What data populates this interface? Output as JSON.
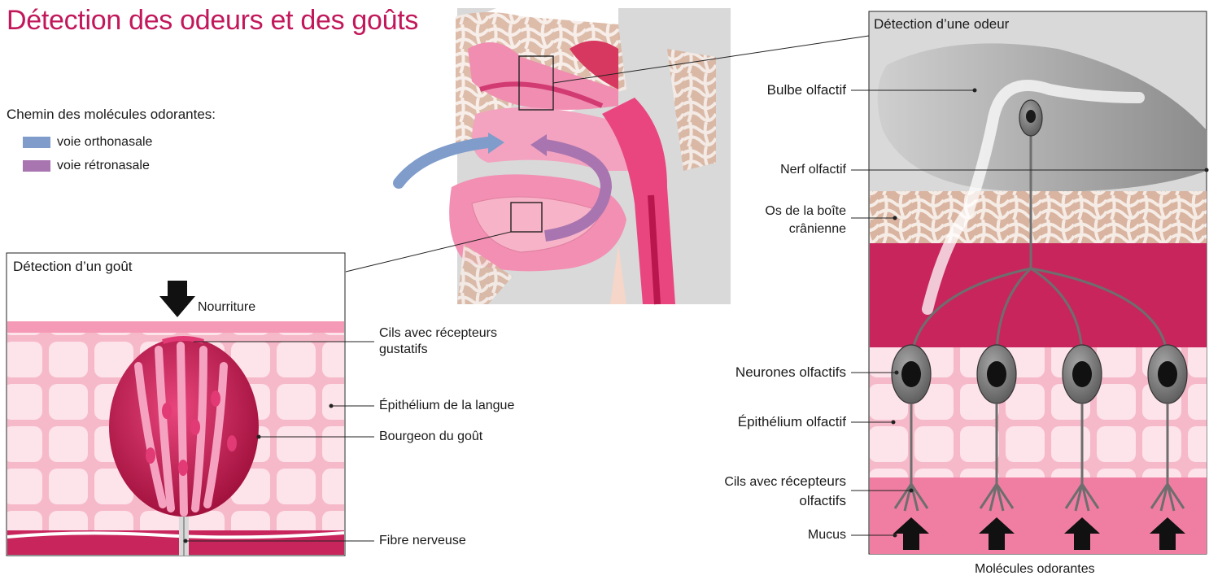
{
  "title": "Détection des odeurs et des goûts",
  "legend": {
    "title": "Chemin des molécules odorantes:",
    "items": [
      {
        "label": "voie orthonasale",
        "color": "#7f9ccb"
      },
      {
        "label": "voie rétronasale",
        "color": "#a875b0"
      }
    ]
  },
  "taste_panel": {
    "title": "Détection d’un goût",
    "arrow_label": "Nourriture",
    "labels": {
      "cilia": "Cils avec récepteurs gustatifs",
      "epithelium": "Épithélium de la langue",
      "bud": "Bourgeon du goût",
      "fiber": "Fibre nerveuse"
    }
  },
  "smell_panel": {
    "title": "Détection d’une odeur",
    "labels": {
      "bulb": "Bulbe olfactif",
      "nerve": "Nerf olfactif",
      "bone_line1": "Os de la boîte",
      "bone_line2": "crânienne",
      "neurons": "Neurones olfactifs",
      "epithelium": "Épithélium olfactif",
      "cilia_prefix": "Cils avec ",
      "cilia_bold1": "récepteurs",
      "cilia_bold2": "olfactifs",
      "mucus": "Mucus"
    },
    "footer": "Molécules odorantes"
  },
  "colors": {
    "accent": "#c2185b",
    "pink_light": "#f8c6d4",
    "pink_mid": "#f07ea3",
    "pink_dark": "#c8255d",
    "gray_panel": "#d9d9d9"
  }
}
